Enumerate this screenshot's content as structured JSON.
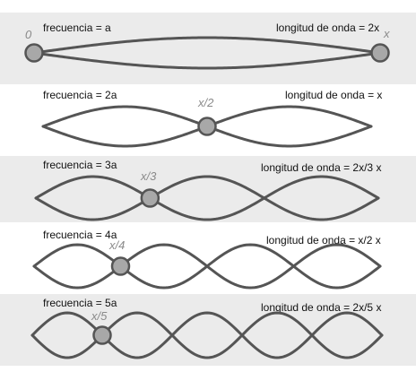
{
  "colors": {
    "panel_bg": "#ebebeb",
    "wave": "#555555",
    "node_fill": "#a8a8a8",
    "node_stroke": "#555555",
    "node_label": "#8a8a8a"
  },
  "modes": [
    {
      "frequency_label": "frecuencia = a",
      "wavelength_label": "longitud de onda = 2x",
      "loops": 1,
      "start_label": "0",
      "end_label": "x"
    },
    {
      "frequency_label": "frecuencia = 2a",
      "wavelength_label": "longitud de onda = x",
      "loops": 2,
      "node_label": "x/2"
    },
    {
      "frequency_label": "frecuencia = 3a",
      "wavelength_label": "longitud de onda = 2x/3 x",
      "loops": 3,
      "node_label": "x/3"
    },
    {
      "frequency_label": "frecuencia = 4a",
      "wavelength_label": "longitud de onda = x/2 x",
      "loops": 4,
      "node_label": "x/4"
    },
    {
      "frequency_label": "frecuencia = 5a",
      "wavelength_label": "longitud de onda = 2x/5 x",
      "loops": 5,
      "node_label": "x/5"
    }
  ]
}
